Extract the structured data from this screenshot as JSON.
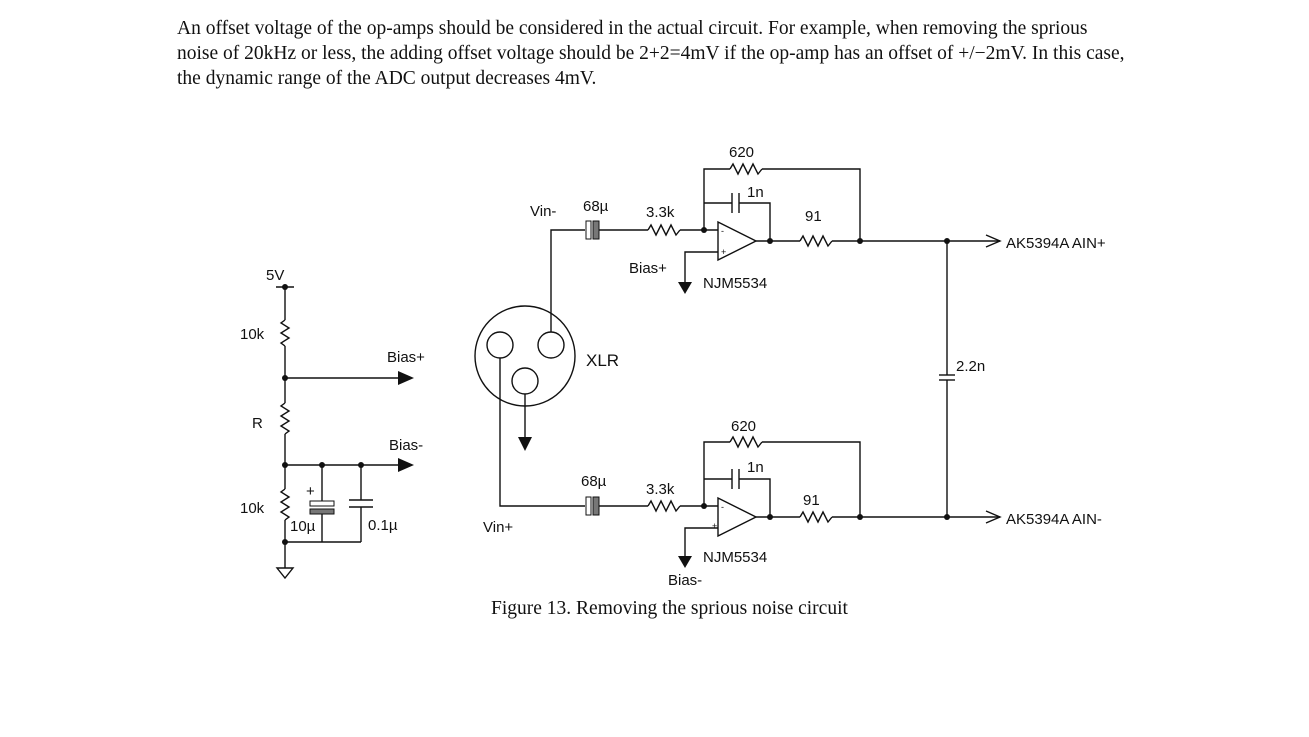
{
  "paragraph": {
    "lines": [
      "An offset voltage of the op-amps should be considered in the actual circuit. For example, when removing the sprious",
      "noise of 20kHz or less, the adding offset voltage should be 2+2=4mV if the op-amp has an offset of +/−2mV. In this case,",
      "the dynamic range of the ADC output decreases 4mV."
    ]
  },
  "bias_network": {
    "supply": "5V",
    "r_top": "10k",
    "r_mid": "R",
    "r_bottom": "10k",
    "bias_plus": "Bias+",
    "bias_minus": "Bias-",
    "cap_electrolytic": "10µ",
    "cap_electrolytic_polarity": "+",
    "cap_ceramic": "0.1µ"
  },
  "connector": {
    "label": "XLR",
    "vin_minus": "Vin-",
    "vin_plus": "Vin+"
  },
  "top_stage": {
    "coupling_cap": "68µ",
    "input_resistor": "3.3k",
    "feedback_resistor": "620",
    "feedback_cap": "1n",
    "output_resistor": "91",
    "bias": "Bias+",
    "opamp": "NJM5534",
    "inv_sign": "-",
    "noninv_sign": "+",
    "output": "AK5394A AIN+"
  },
  "bottom_stage": {
    "coupling_cap": "68µ",
    "input_resistor": "3.3k",
    "feedback_resistor": "620",
    "feedback_cap": "1n",
    "output_resistor": "91",
    "bias": "Bias-",
    "opamp": "NJM5534",
    "inv_sign": "-",
    "noninv_sign": "+",
    "output": "AK5394A AIN-"
  },
  "diff_cap": "2.2n",
  "caption": "Figure 13. Removing the sprious noise circuit"
}
